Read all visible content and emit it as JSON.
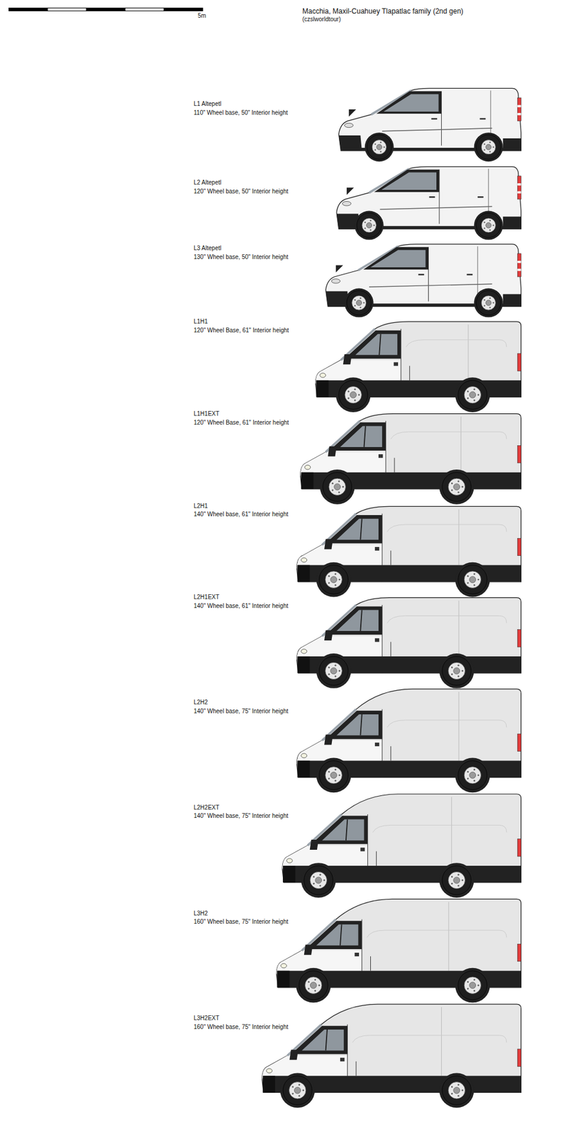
{
  "diagram": {
    "title": "Macchia, Maxil-Cuahuey Tlapatlac family (2nd gen)",
    "labels": [
      "(czslworldtour)",
      "5m",
      "L1 Altepetl",
      "110\" Wheel base, 50\" Interior height",
      "L2 Altepetl",
      "120\" Wheel base, 50\" Interior height",
      "L3 Altepetl",
      "130\" Wheel base, 50\" Interior height",
      "L1H1",
      "120\" Wheel Base, 61\" Interior height",
      "L1H1EXT",
      "120\" Wheel Base, 61\" Interior height",
      "L2H1",
      "140\" Wheel base, 61\" Interior height",
      "L2H1EXT",
      "140\" Wheel base, 61\" Interior height",
      "L2H2",
      "140\" Wheel base, 75\" Interior height",
      "L2H2EXT",
      "140\" Wheel base, 75\" Interior height",
      "L3H2",
      "160\" Wheel base, 75\" Interior height",
      "L3H2EXT",
      "160\" Wheel base, 75\" Interior height"
    ]
  }
}
